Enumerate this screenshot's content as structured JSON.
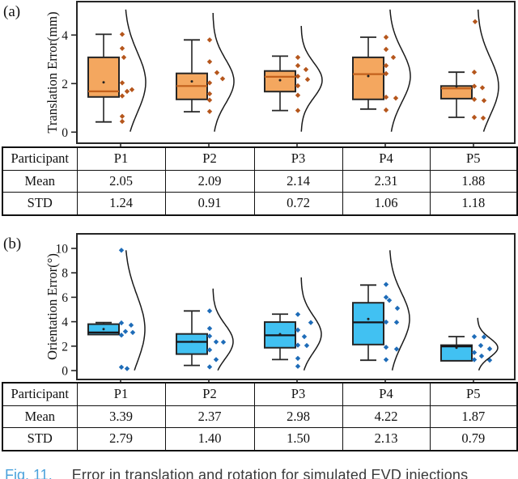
{
  "figure_caption": {
    "fig_label": "Fig. 11.",
    "text": "Error in translation and rotation for simulated EVD injections"
  },
  "colors": {
    "axis_stroke": "#262626",
    "curve_stroke": "#1a1a1a",
    "box_fill_a": "#F4A75F",
    "point_a": "#B5561C",
    "median_a": "#C2601C",
    "box_fill_b": "#41C1F2",
    "point_b": "#1E6CB8",
    "median_b": "#15151a",
    "caption_fig": "#4AA2DC",
    "caption_text": "#3A3A3A"
  },
  "chart_data": [
    {
      "type": "boxplot-raincloud",
      "panel_label": "(a)",
      "ylabel": "Translation Error(mm)",
      "yticks": [
        0,
        2,
        4
      ],
      "ylim": [
        0,
        5.4
      ],
      "grid": false,
      "categories": [
        "P1",
        "P2",
        "P3",
        "P4",
        "P5"
      ],
      "means": [
        2.05,
        2.09,
        2.14,
        2.31,
        1.88
      ],
      "stds": [
        1.24,
        0.91,
        0.72,
        1.06,
        1.18
      ],
      "boxes": [
        {
          "whislo": 0.42,
          "q1": 1.45,
          "med": 1.68,
          "q3": 3.08,
          "whishi": 4.03
        },
        {
          "whislo": 0.84,
          "q1": 1.35,
          "med": 1.9,
          "q3": 2.42,
          "whishi": 3.8
        },
        {
          "whislo": 0.89,
          "q1": 1.67,
          "med": 2.28,
          "q3": 2.52,
          "whishi": 3.13
        },
        {
          "whislo": 0.95,
          "q1": 1.35,
          "med": 2.39,
          "q3": 3.08,
          "whishi": 3.91
        },
        {
          "whislo": 0.61,
          "q1": 1.38,
          "med": 1.8,
          "q3": 1.9,
          "whishi": 2.47
        }
      ],
      "points": [
        [
          [
            1,
            4.03
          ],
          [
            1,
            3.45
          ],
          [
            3,
            3.08
          ],
          [
            1,
            2.03
          ],
          [
            1,
            1.49
          ],
          [
            7,
            1.68
          ],
          [
            13,
            1.75
          ],
          [
            1,
            0.65
          ],
          [
            1,
            0.44
          ]
        ],
        [
          [
            0,
            3.8
          ],
          [
            0,
            2.9
          ],
          [
            9,
            2.45
          ],
          [
            0,
            2.03
          ],
          [
            16,
            2.2
          ],
          [
            0,
            1.58
          ],
          [
            0,
            1.32
          ],
          [
            0,
            0.85
          ]
        ],
        [
          [
            0,
            3.08
          ],
          [
            0,
            2.74
          ],
          [
            10,
            2.58
          ],
          [
            0,
            2.3
          ],
          [
            12,
            2.17
          ],
          [
            0,
            1.91
          ],
          [
            0,
            1.52
          ],
          [
            0,
            0.89
          ]
        ],
        [
          [
            0,
            3.91
          ],
          [
            0,
            3.41
          ],
          [
            9,
            3.08
          ],
          [
            0,
            2.74
          ],
          [
            0,
            2.41
          ],
          [
            0,
            1.44
          ],
          [
            12,
            1.4
          ],
          [
            0,
            0.91
          ]
        ],
        [
          [
            1,
            4.55
          ],
          [
            0,
            2.47
          ],
          [
            0,
            1.89
          ],
          [
            10,
            1.83
          ],
          [
            0,
            1.35
          ],
          [
            12,
            1.3
          ],
          [
            0,
            0.61
          ],
          [
            11,
            0.58
          ]
        ]
      ],
      "table": {
        "header": [
          "Participant",
          "P1",
          "P2",
          "P3",
          "P4",
          "P5"
        ],
        "rows": [
          [
            "Mean",
            "2.05",
            "2.09",
            "2.14",
            "2.31",
            "1.88"
          ],
          [
            "STD",
            "1.24",
            "0.91",
            "0.72",
            "1.06",
            "1.18"
          ]
        ]
      }
    },
    {
      "type": "boxplot-raincloud",
      "panel_label": "(b)",
      "ylabel": "Orientation Error(°)",
      "yticks": [
        0,
        2,
        4,
        6,
        8,
        10
      ],
      "ylim": [
        0,
        11.2
      ],
      "grid": false,
      "categories": [
        "P1",
        "P2",
        "P3",
        "P4",
        "P5"
      ],
      "means": [
        3.39,
        2.37,
        2.98,
        4.22,
        1.87
      ],
      "stds": [
        2.79,
        1.4,
        1.5,
        2.13,
        0.79
      ],
      "boxes": [
        {
          "whislo": 2.95,
          "q1": 2.95,
          "med": 3.12,
          "q3": 3.8,
          "whishi": 3.93
        },
        {
          "whislo": 0.42,
          "q1": 1.35,
          "med": 2.35,
          "q3": 3.0,
          "whishi": 4.88
        },
        {
          "whislo": 0.9,
          "q1": 1.87,
          "med": 2.89,
          "q3": 3.97,
          "whishi": 4.62
        },
        {
          "whislo": 0.85,
          "q1": 2.13,
          "med": 3.95,
          "q3": 5.55,
          "whishi": 7.0
        },
        {
          "whislo": 0.78,
          "q1": 0.8,
          "med": 1.98,
          "q3": 2.08,
          "whishi": 2.78
        }
      ],
      "points": [
        [
          [
            0,
            9.85
          ],
          [
            0,
            3.9
          ],
          [
            12,
            3.72
          ],
          [
            5,
            3.2
          ],
          [
            14,
            3.12
          ],
          [
            0,
            2.9
          ],
          [
            0,
            0.28
          ],
          [
            7,
            0.16
          ]
        ],
        [
          [
            0,
            4.88
          ],
          [
            0,
            3.45
          ],
          [
            0,
            2.82
          ],
          [
            8,
            2.35
          ],
          [
            17,
            2.33
          ],
          [
            0,
            1.69
          ],
          [
            8,
            0.9
          ],
          [
            0,
            0.3
          ]
        ],
        [
          [
            0,
            4.6
          ],
          [
            16,
            3.93
          ],
          [
            0,
            3.32
          ],
          [
            8,
            2.78
          ],
          [
            0,
            2.08
          ],
          [
            11,
            2.05
          ],
          [
            0,
            1.0
          ],
          [
            0,
            0.35
          ]
        ],
        [
          [
            0,
            7.05
          ],
          [
            0,
            6.0
          ],
          [
            4,
            5.75
          ],
          [
            14,
            5.1
          ],
          [
            0,
            3.97
          ],
          [
            13,
            3.95
          ],
          [
            0,
            1.91
          ],
          [
            13,
            1.76
          ],
          [
            0,
            0.89
          ]
        ],
        [
          [
            0,
            2.78
          ],
          [
            12,
            2.75
          ],
          [
            8,
            2.05
          ],
          [
            19,
            1.78
          ],
          [
            0,
            1.48
          ],
          [
            9,
            1.19
          ],
          [
            0,
            0.89
          ],
          [
            19,
            0.85
          ]
        ]
      ],
      "table": {
        "header": [
          "Participant",
          "P1",
          "P2",
          "P3",
          "P4",
          "P5"
        ],
        "rows": [
          [
            "Mean",
            "3.39",
            "2.37",
            "2.98",
            "4.22",
            "1.87"
          ],
          [
            "STD",
            "2.79",
            "1.40",
            "1.50",
            "2.13",
            "0.79"
          ]
        ]
      }
    }
  ]
}
